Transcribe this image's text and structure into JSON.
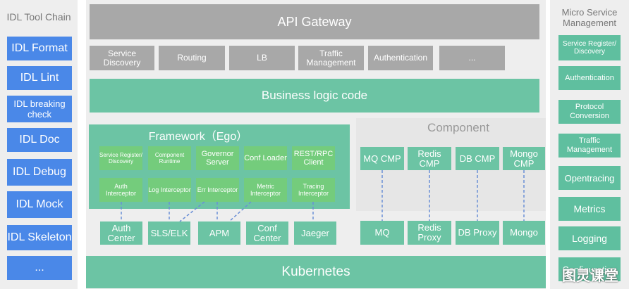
{
  "left_panel": {
    "title": "IDL Tool Chain",
    "items": [
      "IDL Format",
      "IDL Lint",
      "IDL breaking check",
      "IDL Doc",
      "IDL Debug",
      "IDL Mock",
      "IDL Skeleton",
      "..."
    ]
  },
  "gateway": {
    "title": "API Gateway",
    "items": [
      "Service Discovery",
      "Routing",
      "LB",
      "Traffic Management",
      "Authentication",
      "..."
    ]
  },
  "business": {
    "title": "Business logic code"
  },
  "framework": {
    "title": "Framework（Ego）",
    "row1": [
      "Service Register/ Discovery",
      "Component Runtime",
      "Governor Server",
      "Conf Loader",
      "REST/RPC Client"
    ],
    "row2": [
      "Auth Interceptor",
      "Log Interceptor",
      "Err Interceptor",
      "Metric Interceptor",
      "Tracing Interceptor"
    ]
  },
  "component": {
    "title": "Component",
    "top": [
      "MQ CMP",
      "Redis CMP",
      "DB CMP",
      "Mongo CMP"
    ],
    "bottom": [
      "MQ",
      "Redis Proxy",
      "DB Proxy",
      "Mongo"
    ]
  },
  "infra": {
    "items": [
      "Auth Center",
      "SLS/ELK",
      "APM",
      "Conf Center",
      "Jaeger"
    ]
  },
  "kubernetes": {
    "title": "Kubernetes"
  },
  "right_panel": {
    "title": "Micro Service Management",
    "items": [
      "Service Register/ Discovery",
      "Authentication",
      "Protocol Conversion",
      "Traffic Management",
      "Opentracing",
      "Metrics",
      "Logging",
      "Configuration"
    ]
  },
  "watermark": "图灵课堂",
  "colors": {
    "blue": "#4a88e8",
    "teal": "#6cc4a4",
    "green": "#74cc7c",
    "gray": "#a8a8a8",
    "panel": "#eeeeee"
  }
}
